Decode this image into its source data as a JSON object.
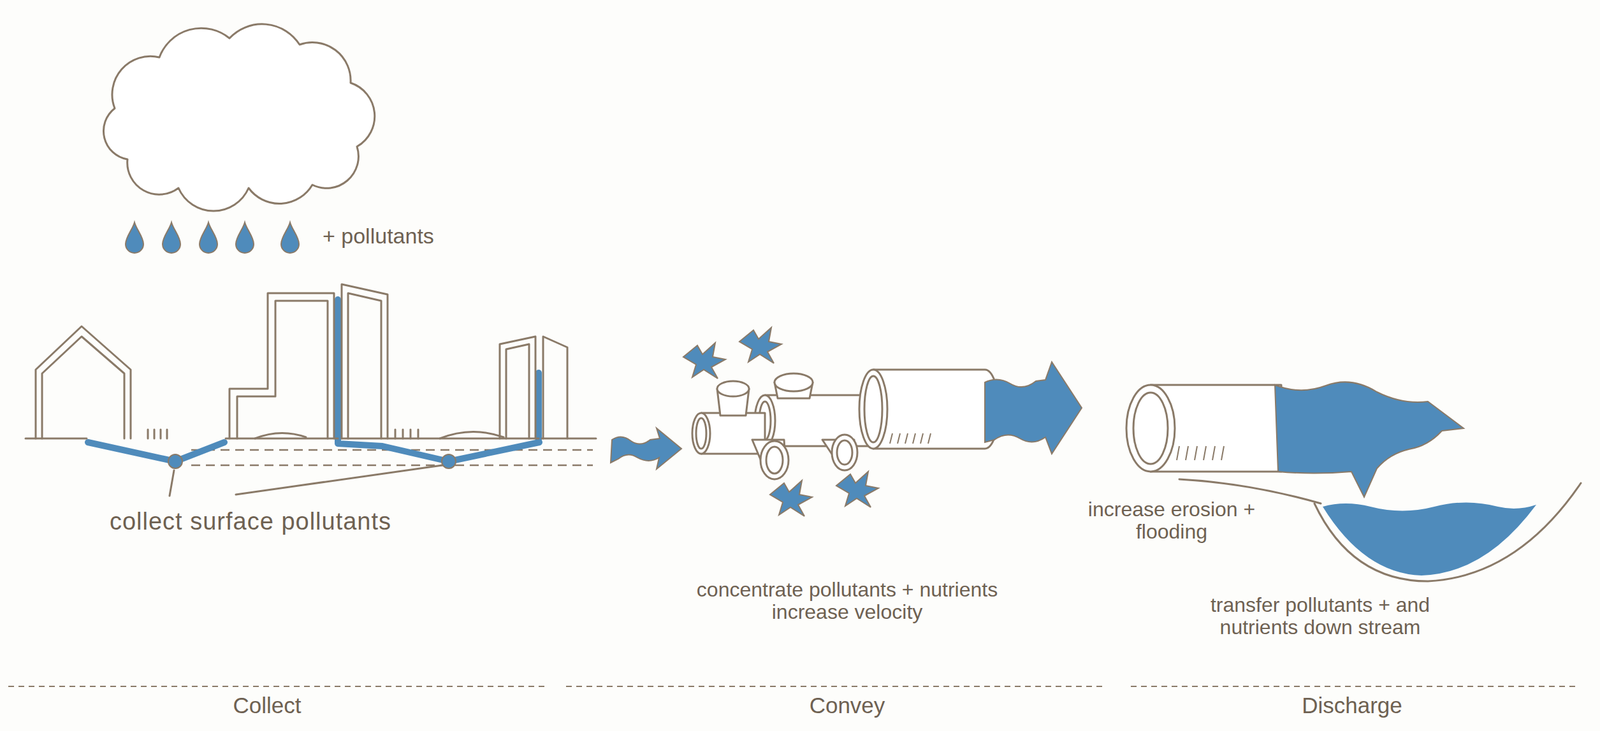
{
  "diagram": {
    "labels": [
      "+ pollutants",
      "collect surface pollutants",
      "concentrate pollutants + nutrients increase velocity",
      "increase erosion + flooding",
      "transfer pollutants + and nutrients down stream",
      "Collect",
      "Convey",
      "Discharge"
    ]
  }
}
